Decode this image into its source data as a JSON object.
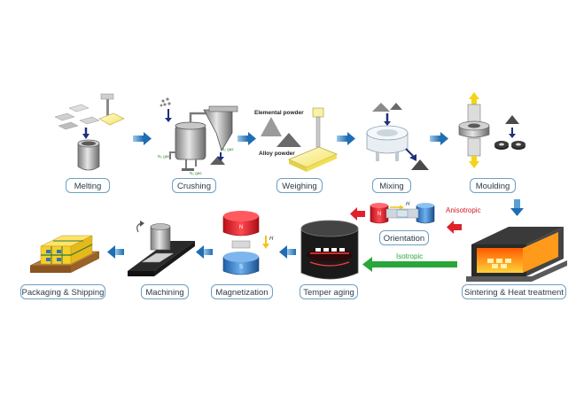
{
  "steps": {
    "melting": "Melting",
    "crushing": "Crushing",
    "weighing": "Weighing",
    "mixing": "Mixing",
    "moulding": "Moulding",
    "orientation": "Orientation",
    "sintering": "Sintering & Heat treatment",
    "temper_aging": "Temper aging",
    "magnetization": "Magnetization",
    "machining": "Machining",
    "packaging": "Packaging & Shipping"
  },
  "annotations": {
    "elemental_powder": "Elemental powder",
    "alloy_powder": "Alloy powder",
    "n2_gas_1": "N₂ gas",
    "n2_gas_2": "N₂ gas",
    "n2_gas_3": "N₂ gas",
    "anisotropic": "Anisotropic",
    "isotropic": "Isotropic",
    "pole_n_orientation": "N",
    "pole_n_magnet": "N",
    "pole_s_magnet": "S",
    "field_h_orientation": "H",
    "field_h_magnet": "H"
  },
  "colors": {
    "flow_arrow": "#2f7fc1",
    "anisotropic_arrow": "#e0202a",
    "isotropic_arrow": "#2aa63a",
    "label_border": "#6f9fc0",
    "furnace_glow": "#ff8a00"
  }
}
